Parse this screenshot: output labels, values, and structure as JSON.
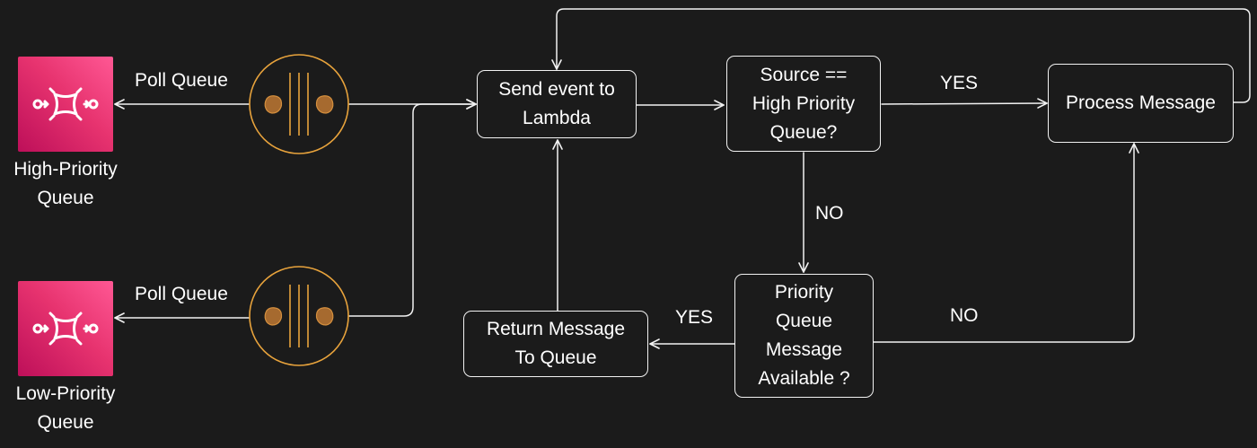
{
  "queues": {
    "high": {
      "label": "High-Priority\nQueue",
      "icon": "sqs-queue-icon"
    },
    "low": {
      "label": "Low-Priority\nQueue",
      "icon": "sqs-queue-icon"
    }
  },
  "pollers": {
    "high": {
      "icon": "lambda-poller-icon"
    },
    "low": {
      "icon": "lambda-poller-icon"
    }
  },
  "nodes": {
    "send_event": "Send event to\nLambda",
    "source_check": "Source ==\nHigh Priority\nQueue?",
    "process_message": "Process Message",
    "priority_available": "Priority\nQueue\nMessage\nAvailable ?",
    "return_message": "Return Message\nTo Queue"
  },
  "edges": {
    "poll_high": "Poll Queue",
    "poll_low": "Poll Queue",
    "source_yes": "YES",
    "source_no": "NO",
    "available_yes": "YES",
    "available_no": "NO"
  },
  "colors": {
    "background": "#1b1b1b",
    "stroke": "#f2f2f2",
    "poller_ring": "#e8a33c",
    "sqs_gradient_start": "#bd0f59",
    "sqs_gradient_end": "#ff5894"
  }
}
